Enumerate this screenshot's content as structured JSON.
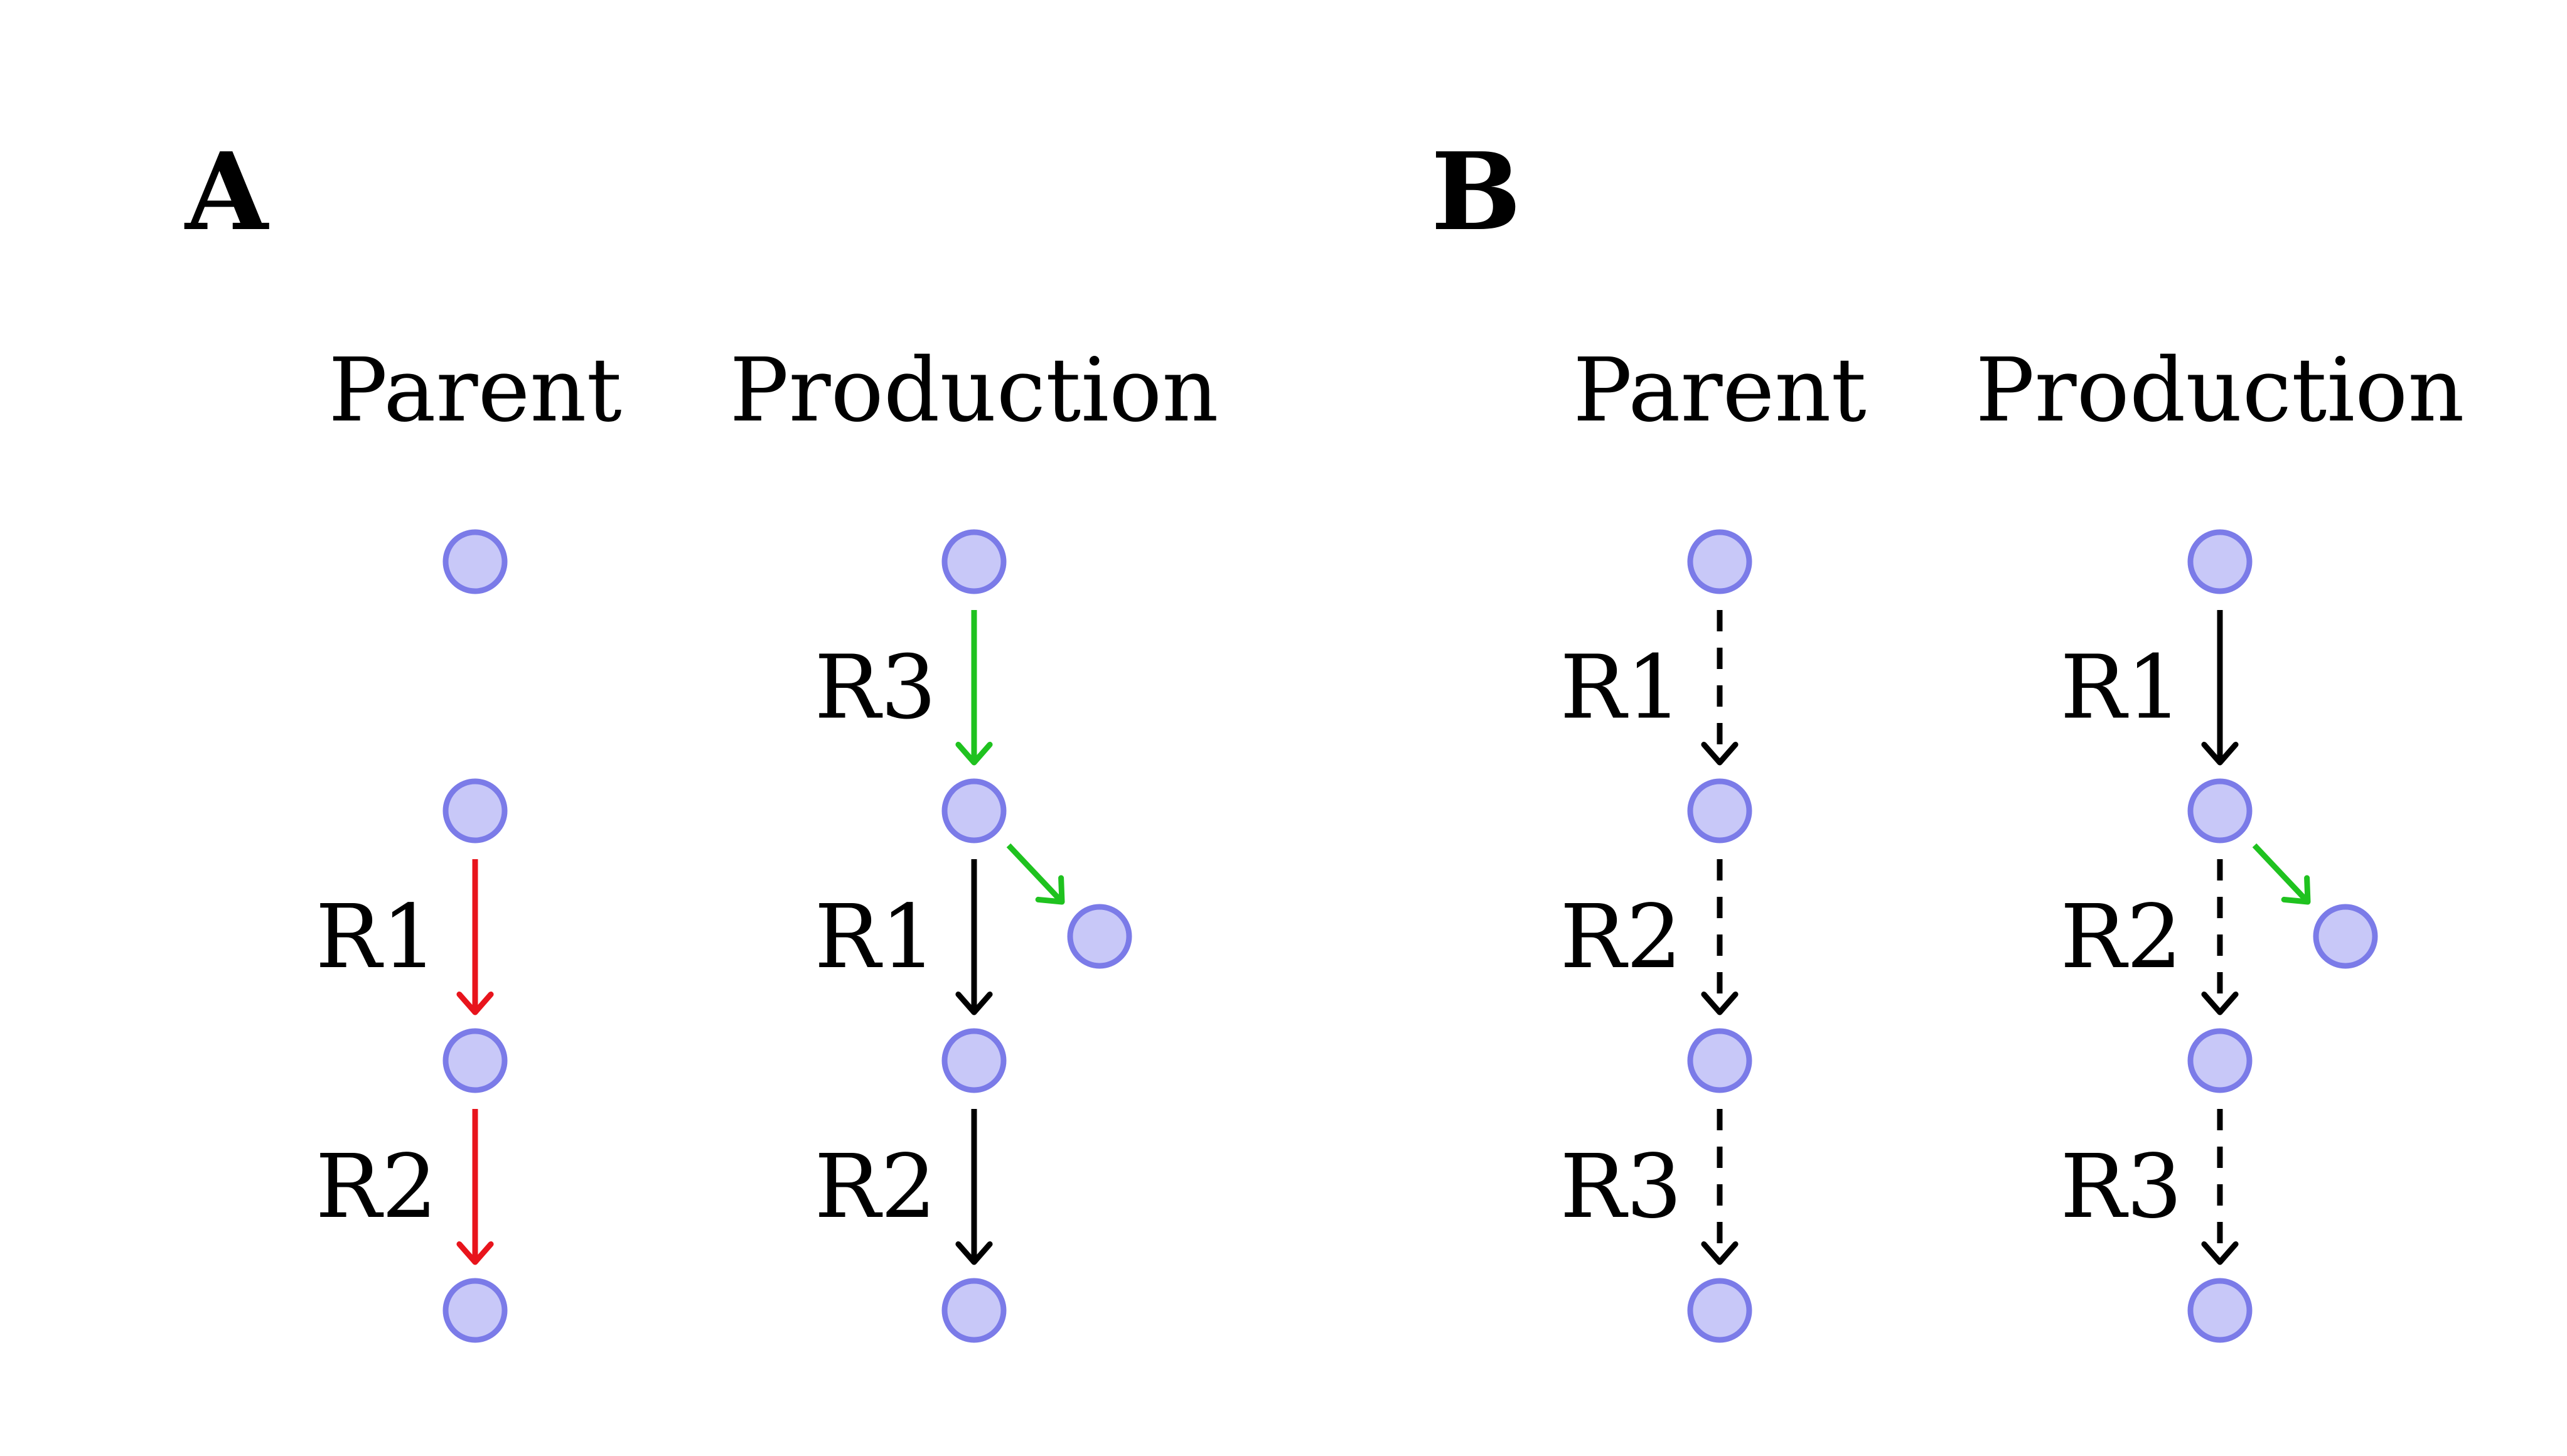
{
  "panels": [
    {
      "letter": "A",
      "columns": [
        {
          "title": "Parent",
          "nodes": 4,
          "edges": [
            {
              "from": 1,
              "to": 2,
              "label": "R1",
              "color": "#e8141c",
              "style": "solid"
            },
            {
              "from": 2,
              "to": 3,
              "label": "R2",
              "color": "#e8141c",
              "style": "solid"
            }
          ],
          "branch": null
        },
        {
          "title": "Production",
          "nodes": 4,
          "edges": [
            {
              "from": 0,
              "to": 1,
              "label": "R3",
              "color": "#1fc21f",
              "style": "solid"
            },
            {
              "from": 1,
              "to": 2,
              "label": "R1",
              "color": "#000000",
              "style": "solid"
            },
            {
              "from": 2,
              "to": 3,
              "label": "R2",
              "color": "#000000",
              "style": "solid"
            }
          ],
          "branch": {
            "from": 1,
            "color": "#1fc21f"
          }
        }
      ]
    },
    {
      "letter": "B",
      "columns": [
        {
          "title": "Parent",
          "nodes": 4,
          "edges": [
            {
              "from": 0,
              "to": 1,
              "label": "R1",
              "color": "#000000",
              "style": "dashed"
            },
            {
              "from": 1,
              "to": 2,
              "label": "R2",
              "color": "#000000",
              "style": "dashed"
            },
            {
              "from": 2,
              "to": 3,
              "label": "R3",
              "color": "#000000",
              "style": "dashed"
            }
          ],
          "branch": null
        },
        {
          "title": "Production",
          "nodes": 4,
          "edges": [
            {
              "from": 0,
              "to": 1,
              "label": "R1",
              "color": "#000000",
              "style": "solid"
            },
            {
              "from": 1,
              "to": 2,
              "label": "R2",
              "color": "#000000",
              "style": "dashed"
            },
            {
              "from": 2,
              "to": 3,
              "label": "R3",
              "color": "#000000",
              "style": "dashed"
            }
          ],
          "branch": {
            "from": 1,
            "color": "#1fc21f"
          }
        }
      ]
    }
  ],
  "node_style": {
    "fill": "#c8c8f8",
    "stroke": "#7b7be8"
  }
}
